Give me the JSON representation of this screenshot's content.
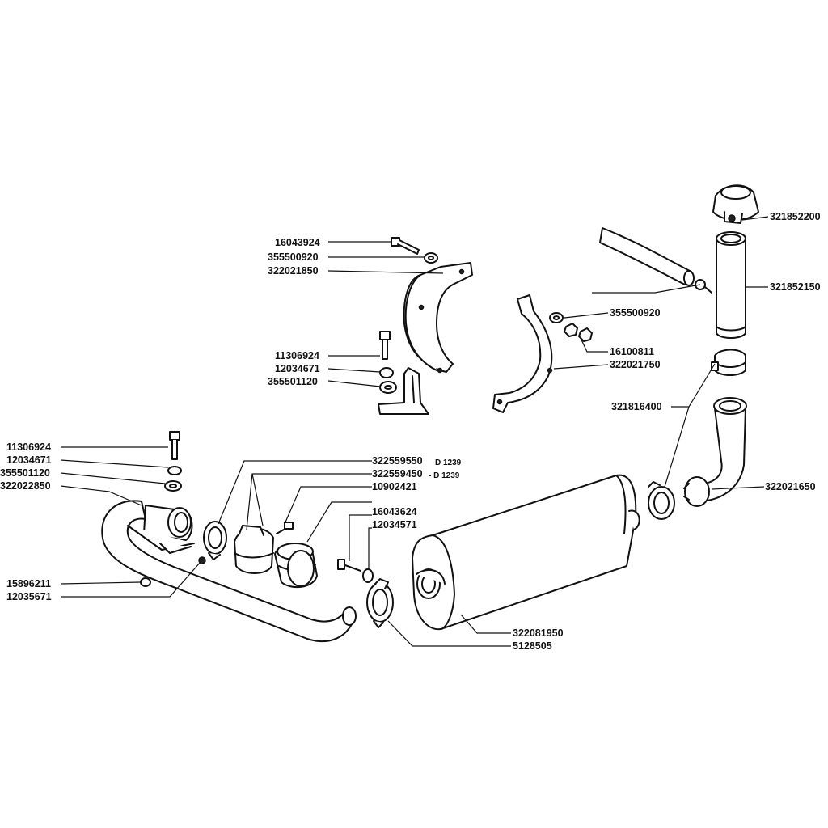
{
  "labels": {
    "p16043924_top": "16043924",
    "p355500920_top": "355500920",
    "p322021850": "322021850",
    "p11306924_mid": "11306924",
    "p12034671_mid": "12034671",
    "p355501120_mid": "355501120",
    "p11306924_left": "11306924",
    "p12034671_left": "12034671",
    "p355501120_left": "355501120",
    "p322022850": "322022850",
    "p15896211": "15896211",
    "p12035671": "12035671",
    "p322559550": "322559550",
    "p322559550_note": "D 1239",
    "p322559450": "322559450",
    "p322559450_note": "- D 1239",
    "p10902421": "10902421",
    "p16043624": "16043624",
    "p12034571": "12034571",
    "p322081950": "322081950",
    "p5128505": "5128505",
    "p355500920_right": "355500920",
    "p16100811": "16100811",
    "p322021750": "322021750",
    "p321852200": "321852200",
    "p321852150": "321852150",
    "p321816400": "321816400",
    "p322021650": "322021650"
  }
}
